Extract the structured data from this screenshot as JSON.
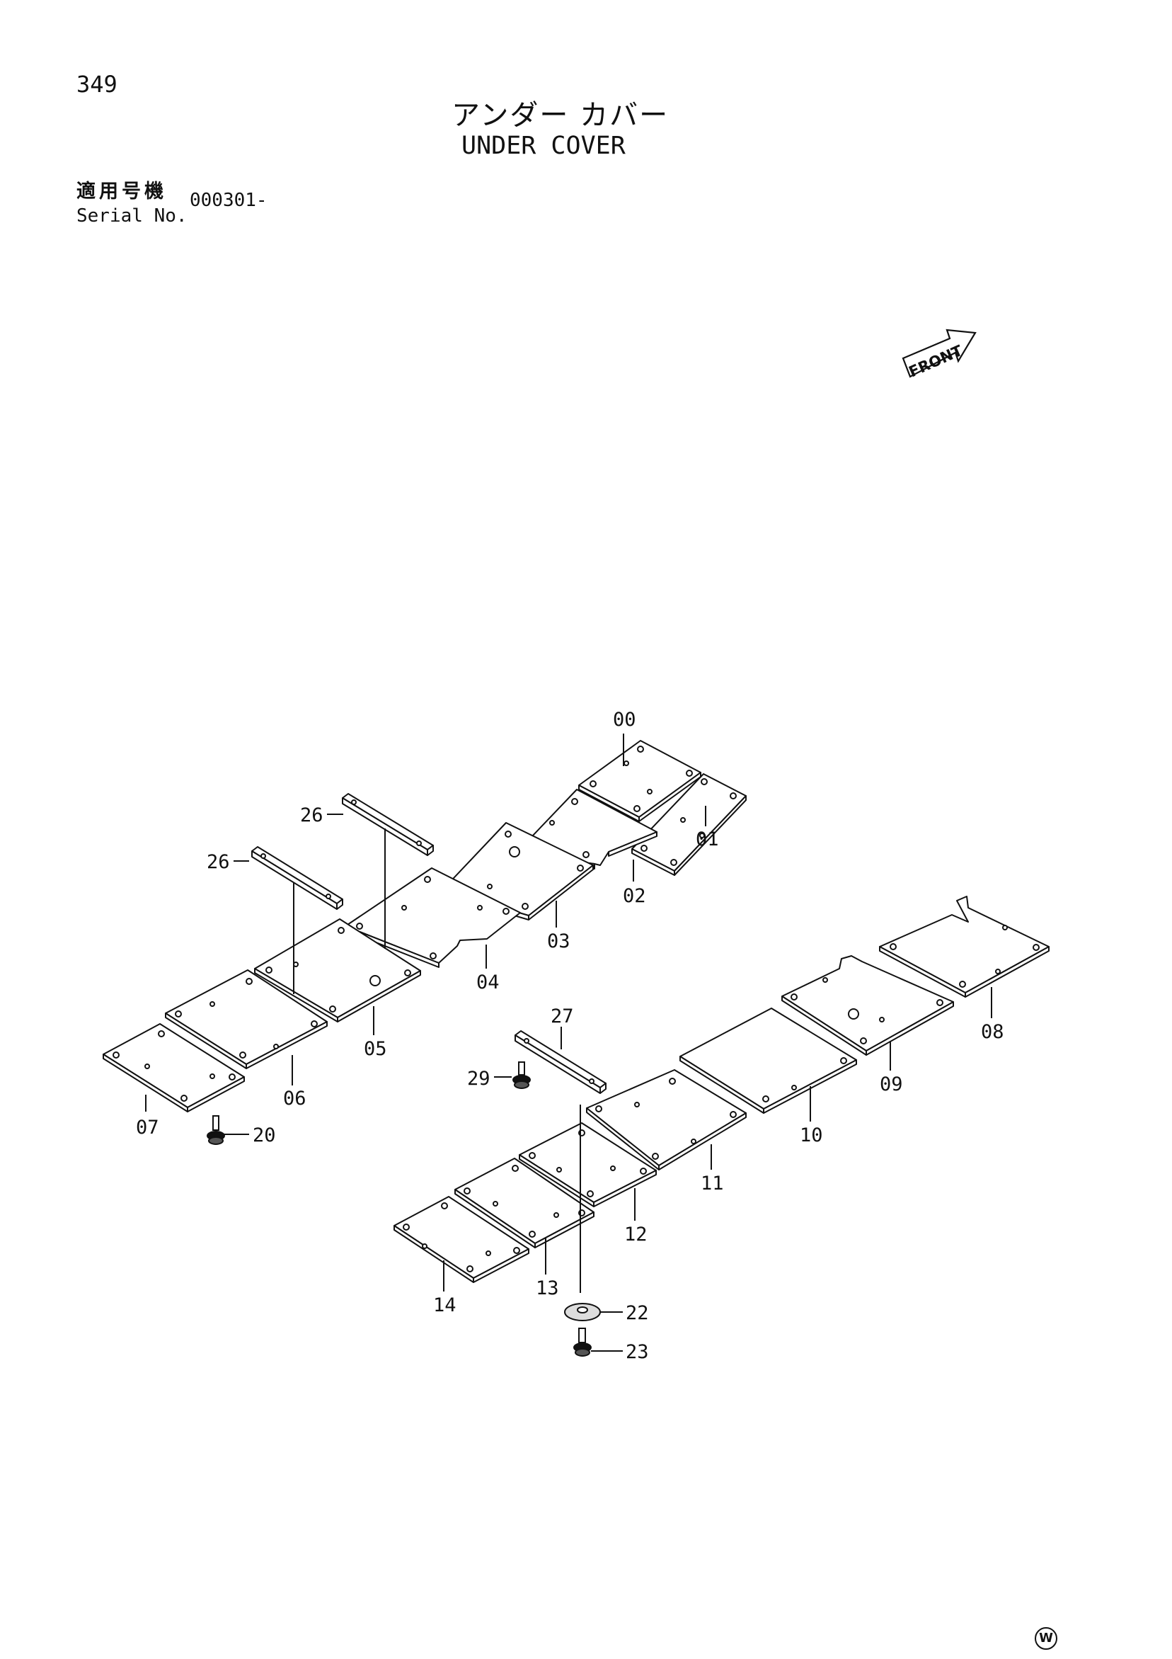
{
  "page": {
    "number": "349",
    "title_jp": "アンダー カバー",
    "title_en": "UNDER COVER",
    "serial_label_jp": "適用号機",
    "serial_label_en": "Serial No.",
    "serial_value": "000301-",
    "footer_mark": "W"
  },
  "diagram": {
    "front_arrow": "FRONT",
    "labels": {
      "p00": "00",
      "p01": "01",
      "p02": "02",
      "p03": "03",
      "p04": "04",
      "p05": "05",
      "p06": "06",
      "p07": "07",
      "p08": "08",
      "p09": "09",
      "p10": "10",
      "p11": "11",
      "p12": "12",
      "p13": "13",
      "p14": "14",
      "p20": "20",
      "p22": "22",
      "p23": "23",
      "p26a": "26",
      "p26b": "26",
      "p27": "27",
      "p29": "29"
    }
  }
}
